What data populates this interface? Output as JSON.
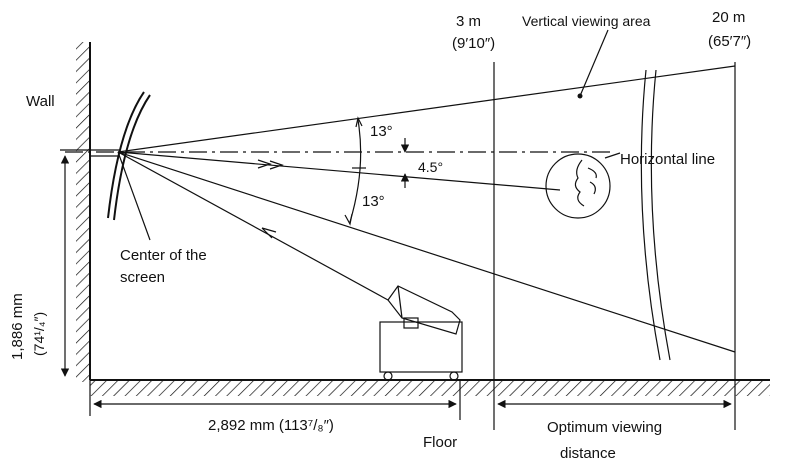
{
  "labels": {
    "wall": "Wall",
    "floor": "Floor",
    "horizontal_line": "Horizontal line",
    "vertical_viewing_area": "Vertical viewing area",
    "center_of_screen_line1": "Center of the",
    "center_of_screen_line2": "screen",
    "optimum_viewing_line1": "Optimum viewing",
    "optimum_viewing_line2": "distance"
  },
  "angles": {
    "upper": "13°",
    "lower": "13°",
    "eye_offset": "4.5°"
  },
  "distances": {
    "near_m": "3 m",
    "near_ft": "(9′10″)",
    "far_m": "20 m",
    "far_ft": "(65′7″)",
    "height_mm": "1,886 mm",
    "height_in": "(74¹/₄″)",
    "floor_mm": "2,892 mm (113⁷/₈″)"
  }
}
